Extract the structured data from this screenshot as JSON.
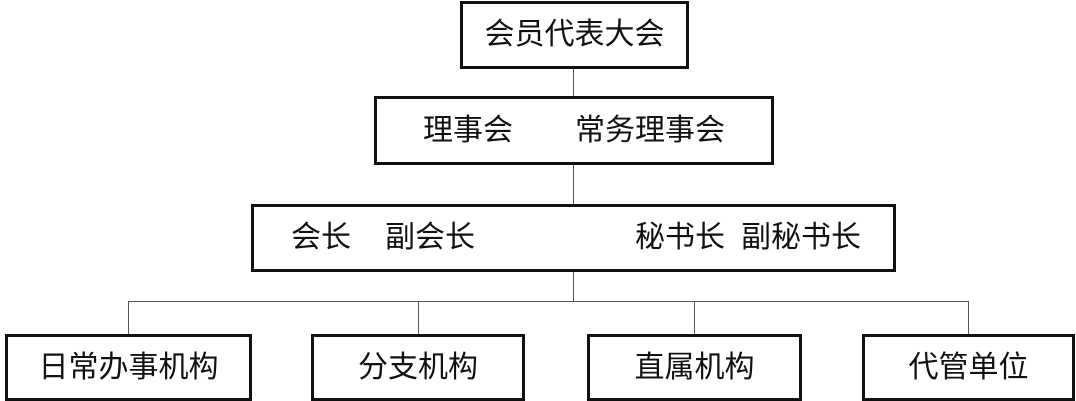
{
  "chart": {
    "assembly": "会员代表大会",
    "council": "理事会",
    "standing_council": "常务理事会",
    "president": "会长",
    "vice_president": "副会长",
    "secretary_general": "秘书长",
    "deputy_secretary_general": "副秘书长",
    "units": [
      "日常办事机构",
      "分支机构",
      "直属机构",
      "代管单位"
    ]
  }
}
